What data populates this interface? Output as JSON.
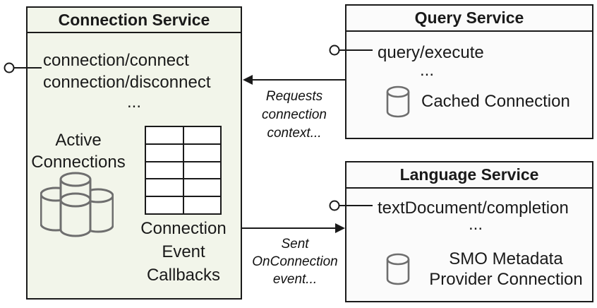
{
  "connection_service": {
    "title": "Connection Service",
    "methods": [
      "connection/connect",
      "connection/disconnect",
      "..."
    ],
    "active_label": [
      "Active",
      "Connections"
    ],
    "callbacks_label": [
      "Connection",
      "Event",
      "Callbacks"
    ]
  },
  "query_service": {
    "title": "Query Service",
    "method": "query/execute",
    "ellipsis": "...",
    "cached_connection_label": "Cached Connection"
  },
  "language_service": {
    "title": "Language Service",
    "method": "textDocument/completion",
    "ellipsis": "...",
    "smo_label": [
      "SMO Metadata",
      "Provider Connection"
    ]
  },
  "annotations": {
    "requests": [
      "Requests",
      "connection",
      "context..."
    ],
    "sent": [
      "Sent",
      "OnConnection",
      "event..."
    ]
  },
  "icons": {
    "database_cylinder": "cylinder-shape",
    "active_connections_cluster": "four-cylinder-cluster",
    "lollipop_interface": "circle-on-line",
    "callback_table": "2x5-grid"
  },
  "colors": {
    "connection_fill": "#F2F5EA",
    "service_fill": "#FBFBFB",
    "border": "#1A1A1A",
    "cylinder_stroke": "#6E6E6E"
  }
}
